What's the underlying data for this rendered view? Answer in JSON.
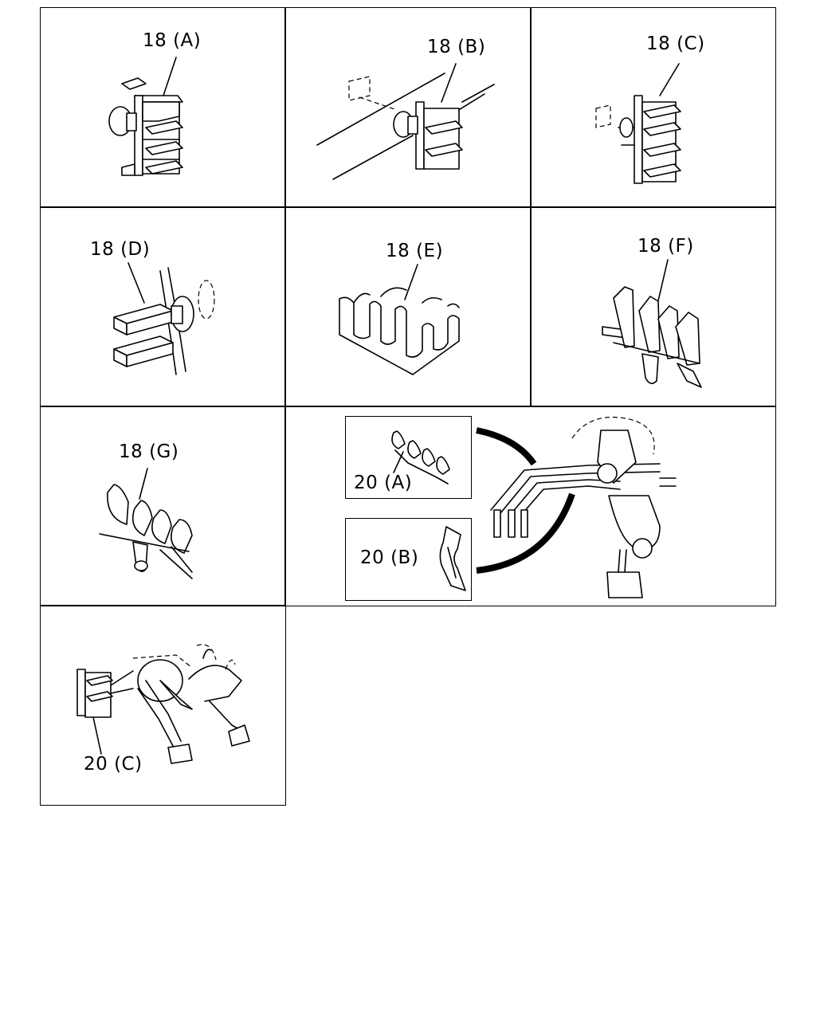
{
  "labels": {
    "clip_a": "18 (A)",
    "clip_b": "18 (B)",
    "clip_c": "18 (C)",
    "clip_d": "18 (D)",
    "clip_e": "18 (E)",
    "clip_f": "18 (F)",
    "clip_g": "18 (G)",
    "clamp_20a": "20 (A)",
    "clamp_20b": "20 (B)",
    "clamp_20c": "20 (C)"
  },
  "colors": {
    "line": "#000000",
    "background": "#ffffff"
  }
}
